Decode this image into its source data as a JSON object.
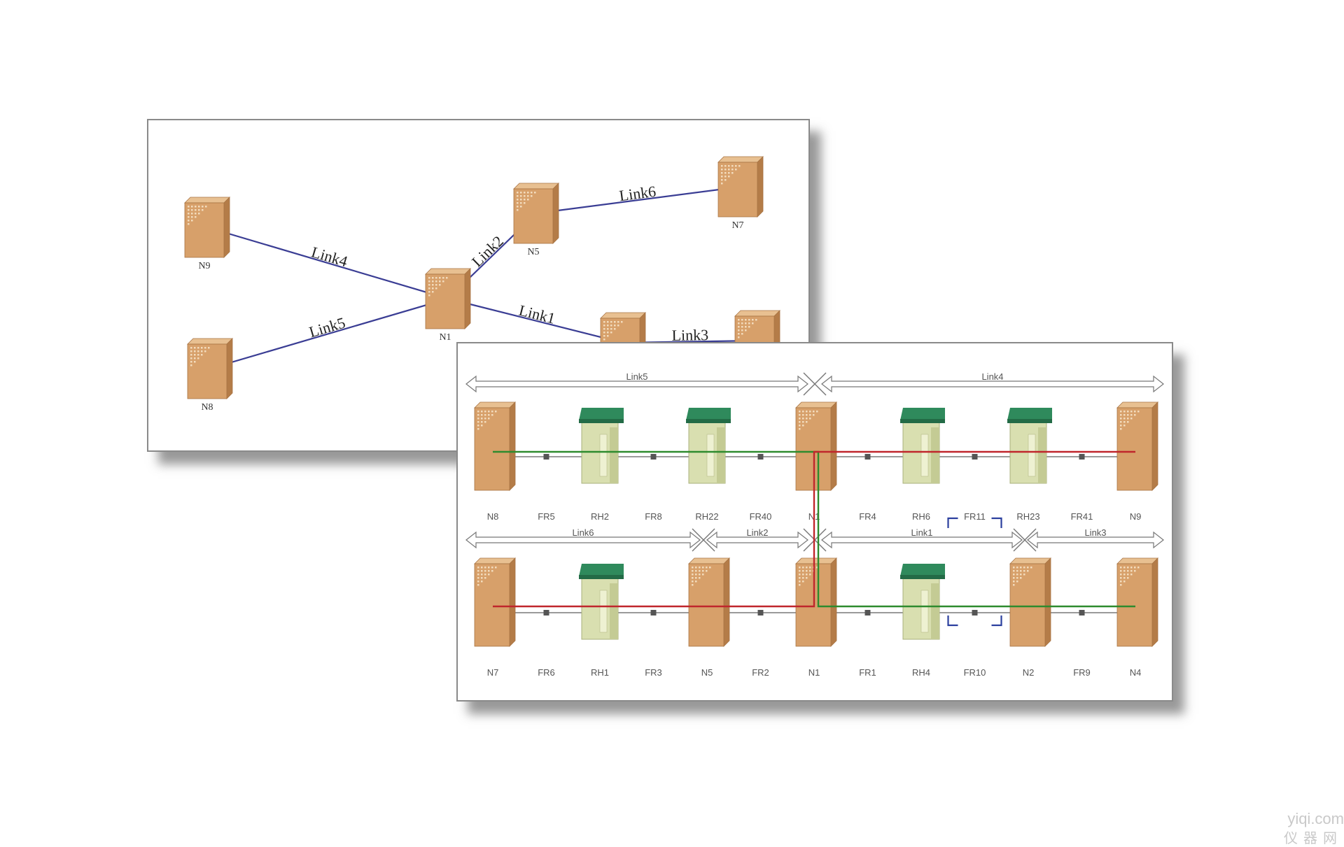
{
  "colors": {
    "link_line": "#3a3d94",
    "node_body": "#d7a06a",
    "node_side": "#b47c48",
    "node_top": "#e8c091",
    "rh_roof": "#2f8a5c",
    "rh_body": "#d9dfb0",
    "path_green": "#2e8b2e",
    "path_red": "#c0262c",
    "selection": "#2b3f9e"
  },
  "topology": {
    "nodes": [
      {
        "id": "n9",
        "label": "N9"
      },
      {
        "id": "n8",
        "label": "N8"
      },
      {
        "id": "n1",
        "label": "N1"
      },
      {
        "id": "n5",
        "label": "N5"
      },
      {
        "id": "n7",
        "label": "N7"
      },
      {
        "id": "n2",
        "label": ""
      },
      {
        "id": "n4",
        "label": ""
      }
    ],
    "links": [
      {
        "label": "Link4",
        "from": "n9",
        "to": "n1"
      },
      {
        "label": "Link5",
        "from": "n8",
        "to": "n1"
      },
      {
        "label": "Link2",
        "from": "n1",
        "to": "n5"
      },
      {
        "label": "Link6",
        "from": "n5",
        "to": "n7"
      },
      {
        "label": "Link1",
        "from": "n1",
        "to": "n2"
      },
      {
        "label": "Link3",
        "from": "n2",
        "to": "n4"
      }
    ]
  },
  "path_view": {
    "rows": [
      {
        "arrows": [
          {
            "label": "Link5"
          },
          {
            "label": "Link4"
          }
        ],
        "devices": [
          {
            "label": "N8",
            "kind": "node"
          },
          {
            "label": "FR5",
            "kind": "fr"
          },
          {
            "label": "RH2",
            "kind": "rh"
          },
          {
            "label": "FR8",
            "kind": "fr"
          },
          {
            "label": "RH22",
            "kind": "rh"
          },
          {
            "label": "FR40",
            "kind": "fr"
          },
          {
            "label": "N1",
            "kind": "node"
          },
          {
            "label": "FR4",
            "kind": "fr"
          },
          {
            "label": "RH6",
            "kind": "rh"
          },
          {
            "label": "FR11",
            "kind": "fr"
          },
          {
            "label": "RH23",
            "kind": "rh"
          },
          {
            "label": "FR41",
            "kind": "fr"
          },
          {
            "label": "N9",
            "kind": "node"
          }
        ]
      },
      {
        "arrows": [
          {
            "label": "Link6"
          },
          {
            "label": "Link2"
          },
          {
            "label": "Link1"
          },
          {
            "label": "Link3"
          }
        ],
        "devices": [
          {
            "label": "N7",
            "kind": "node"
          },
          {
            "label": "FR6",
            "kind": "fr"
          },
          {
            "label": "RH1",
            "kind": "rh"
          },
          {
            "label": "FR3",
            "kind": "fr"
          },
          {
            "label": "N5",
            "kind": "node"
          },
          {
            "label": "FR2",
            "kind": "fr"
          },
          {
            "label": "N1",
            "kind": "node"
          },
          {
            "label": "FR1",
            "kind": "fr"
          },
          {
            "label": "RH4",
            "kind": "rh"
          },
          {
            "label": "FR10",
            "kind": "fr"
          },
          {
            "label": "N2",
            "kind": "node"
          },
          {
            "label": "FR9",
            "kind": "fr"
          },
          {
            "label": "N4",
            "kind": "node"
          }
        ]
      }
    ],
    "selected_device": "FR10"
  },
  "watermark": {
    "line1": "yiqi.com",
    "line2": "仪器网"
  }
}
